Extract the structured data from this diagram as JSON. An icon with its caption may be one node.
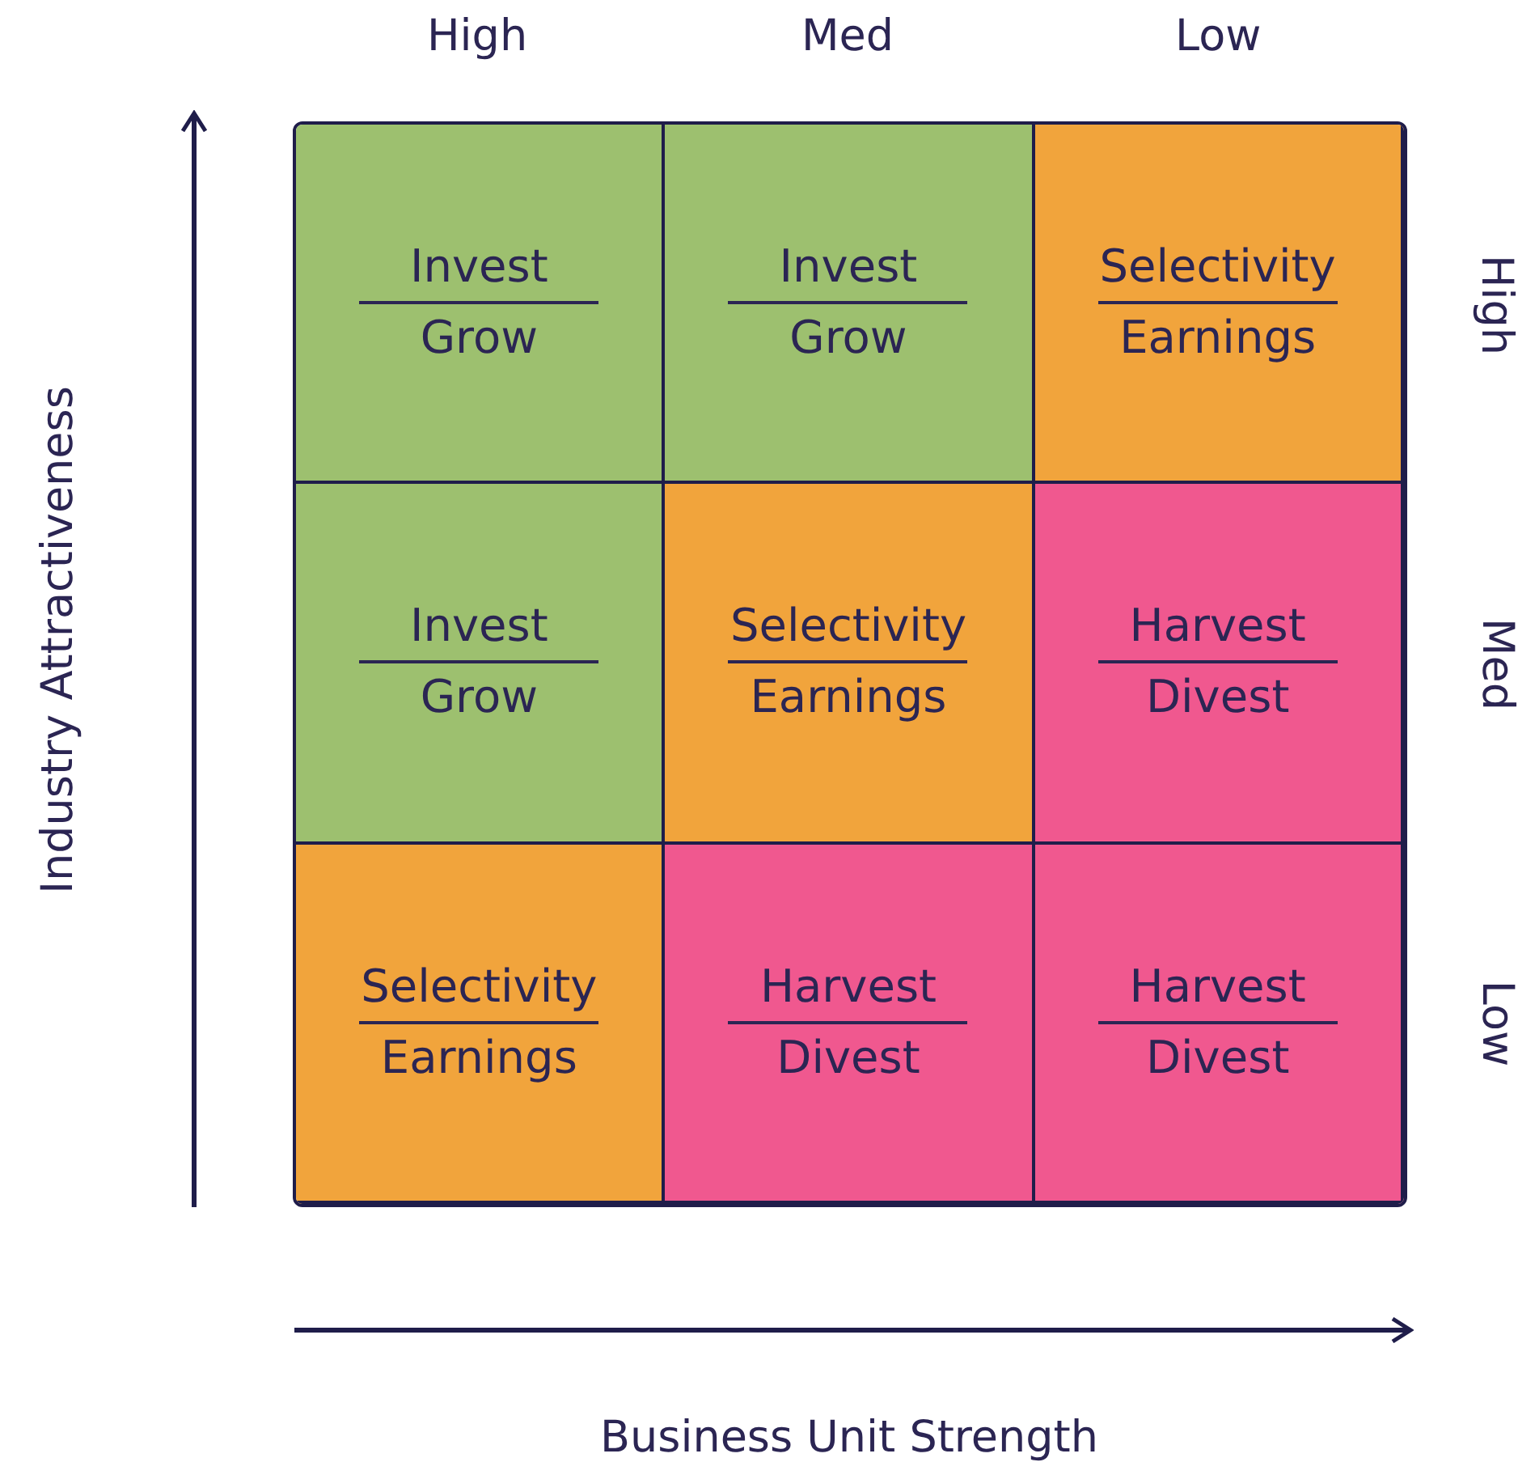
{
  "diagram": {
    "nodes": [
      {
        "text": [
          "Invest",
          "Grow"
        ]
      },
      {
        "text": [
          "Invest",
          "Grow"
        ]
      },
      {
        "text": [
          "Selectivity",
          "Earnings"
        ]
      },
      {
        "text": [
          "Invest",
          "Grow"
        ]
      },
      {
        "text": [
          "Selectivity",
          "Earnings"
        ]
      },
      {
        "text": [
          "Harvest",
          "Divest"
        ]
      },
      {
        "text": [
          "Selectivity",
          "Earnings"
        ]
      },
      {
        "text": [
          "Harvest",
          "Divest"
        ]
      },
      {
        "text": [
          "Harvest",
          "Divest"
        ]
      }
    ],
    "labels": [
      "High",
      "Med",
      "Low",
      "High",
      "Med",
      "Low",
      "Industry Attractiveness",
      "Business Unit Strength"
    ]
  }
}
